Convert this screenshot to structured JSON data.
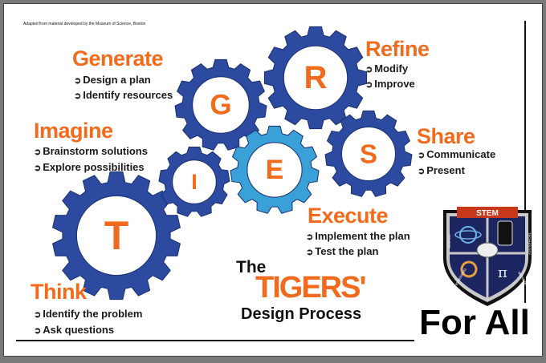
{
  "credit": "Adapted from material developed by the Museum of Science, Boston",
  "title": {
    "line1": "The",
    "line2": "TIGERS'",
    "line3": "Design Process"
  },
  "tagline": "For All",
  "arrow_glyph": "➲",
  "colors": {
    "gear_dark": "#2b4aa0",
    "gear_light": "#3aa0d8",
    "orange": "#f26b1d"
  },
  "stages": [
    {
      "key": "think",
      "gear_letter": "T",
      "heading": "Think",
      "items": [
        "Identify the problem",
        "Ask questions"
      ]
    },
    {
      "key": "imagine",
      "gear_letter": "I",
      "heading": "Imagine",
      "items": [
        "Brainstorm solutions",
        "Explore possibilities"
      ]
    },
    {
      "key": "generate",
      "gear_letter": "G",
      "heading": "Generate",
      "items": [
        "Design a plan",
        "Identify resources"
      ]
    },
    {
      "key": "execute",
      "gear_letter": "E",
      "heading": "Execute",
      "items": [
        "Implement the plan",
        "Test the plan"
      ]
    },
    {
      "key": "refine",
      "gear_letter": "R",
      "heading": "Refine",
      "items": [
        "Modify",
        "Improve"
      ]
    },
    {
      "key": "share",
      "gear_letter": "S",
      "heading": "Share",
      "items": [
        "Communicate",
        "Present"
      ]
    }
  ],
  "badge": {
    "banner": "STEM",
    "left_label": "SCIENCE",
    "right_label": "TECHNOLOGY",
    "bottom_left_label": "ENGINEERING",
    "bottom_right_label": "MATHEMATICS"
  }
}
